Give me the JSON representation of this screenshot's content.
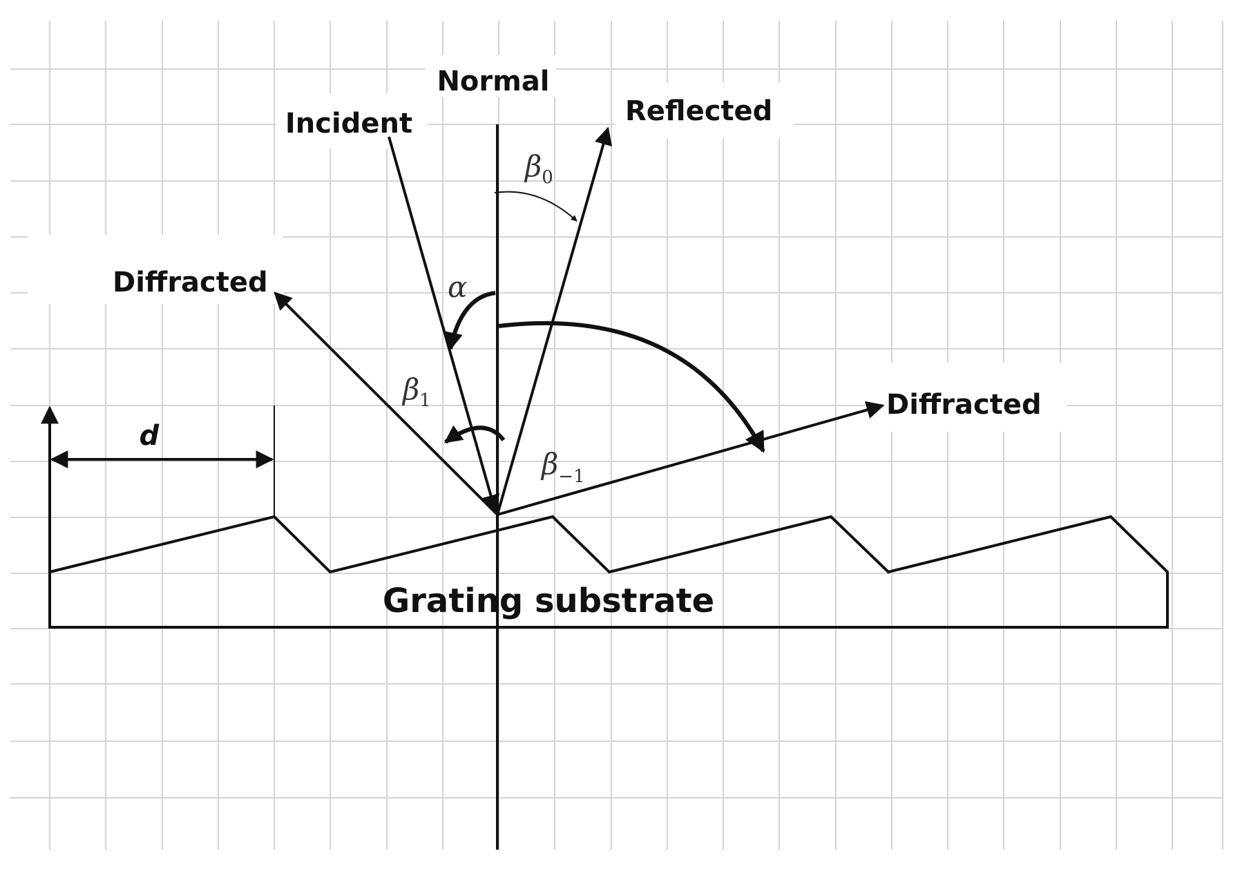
{
  "labels": {
    "normal": "Normal",
    "incident": "Incident",
    "reflected": "Reflected",
    "diffracted_left": "Diffracted",
    "diffracted_right": "Diffracted",
    "grating_substrate": "Grating substrate",
    "period": "d"
  },
  "angles": {
    "alpha": "α",
    "beta0": {
      "symbol": "β",
      "sub": "0"
    },
    "beta1": {
      "symbol": "β",
      "sub": "1"
    },
    "beta_minus1": {
      "symbol": "β",
      "sub": "−1"
    }
  },
  "colors": {
    "line": "#111111",
    "grid": "#d4d4d4",
    "background": "#ffffff"
  }
}
